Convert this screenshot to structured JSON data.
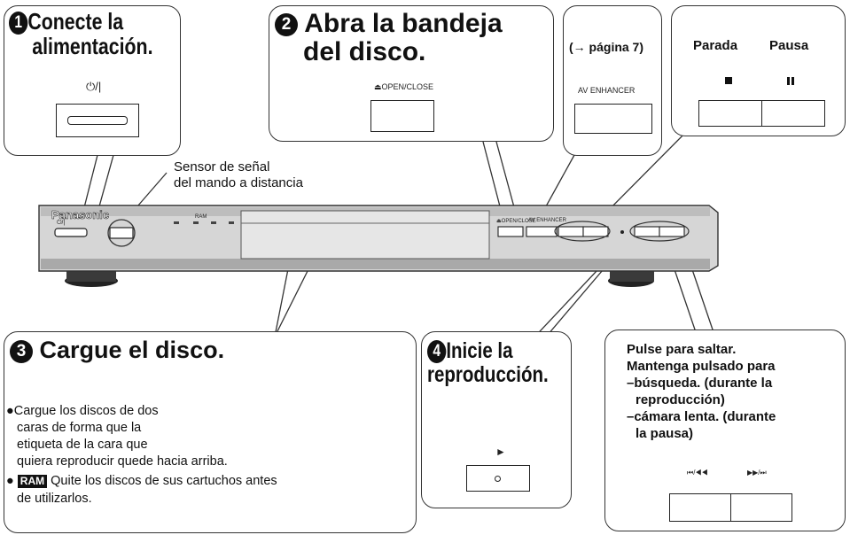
{
  "steps": {
    "power": {
      "num": "1",
      "title_l1": "Conecte la",
      "title_l2": "alimentación.",
      "label": "⏻/|"
    },
    "open": {
      "num": "2",
      "title_l1": "Abra la bandeja",
      "title_l2": "del disco.",
      "label": "⏏OPEN/CLOSE"
    },
    "enhancer": {
      "ref": "(→ página 7)",
      "label": "AV ENHANCER"
    },
    "stop_pause": {
      "stop": "Parada",
      "pause": "Pausa"
    },
    "load": {
      "num": "3",
      "title": "Cargue el disco.",
      "bullet1": [
        "●Cargue los discos de dos",
        "caras de forma que la",
        "etiqueta de la cara que",
        "quiera reproducir quede hacia arriba."
      ],
      "bullet2_badge": "RAM",
      "bullet2": [
        "Quite los discos de sus cartuchos antes",
        "de utilizarlos."
      ]
    },
    "play": {
      "num": "4",
      "title_l1": "Inicie la",
      "title_l2": "reproducción.",
      "symbol": "►"
    },
    "skip": {
      "lines": [
        "Pulse para saltar.",
        "Mantenga pulsado para",
        "–búsqueda. (durante la",
        "reproducción)",
        "–cámara lenta. (durante",
        "la pausa)"
      ],
      "label_left": "⏮/◀◀",
      "label_right": "▶▶/⏭"
    }
  },
  "sensor": {
    "line1": "Sensor de señal",
    "line2": "del mando a distancia"
  },
  "device": {
    "brand": "Panasonic",
    "power_label": "⏻/|",
    "ram_label": "RAM",
    "open_label": "⏏OPEN/CLOSE",
    "enhancer_label": "AV ENHANCER"
  }
}
